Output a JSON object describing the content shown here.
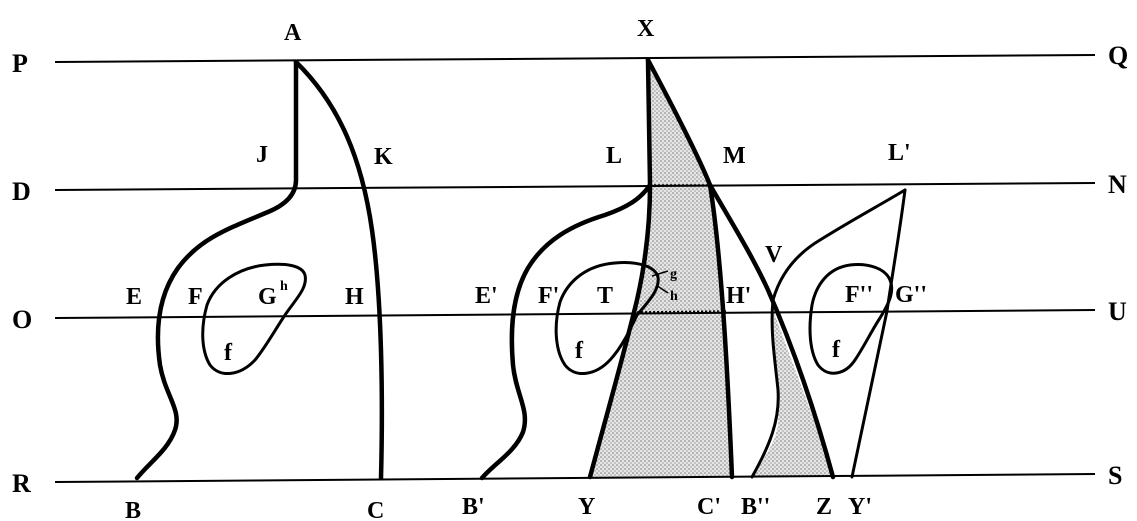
{
  "labels": {
    "P": "P",
    "Q": "Q",
    "D": "D",
    "N": "N",
    "O": "O",
    "U": "U",
    "R": "R",
    "S": "S",
    "A": "A",
    "X": "X",
    "J": "J",
    "K": "K",
    "L": "L",
    "M": "M",
    "Lp": "L'",
    "E": "E",
    "F": "F",
    "G": "G",
    "h_sup": "h",
    "H": "H",
    "Ep": "E'",
    "Fp": "F'",
    "T": "T",
    "g": "g",
    "h": "h",
    "Hp": "H'",
    "V": "V",
    "Fpp": "F''",
    "Gpp": "G''",
    "f1": "f",
    "f2": "f",
    "f3": "f",
    "B": "B",
    "C": "C",
    "Bp": "B'",
    "Y": "Y",
    "Cp": "C'",
    "Bpp": "B''",
    "Z": "Z",
    "Yp": "Y'"
  },
  "colors": {
    "ink": "#000000",
    "shade": "#cfcfcf",
    "background": "#ffffff"
  }
}
